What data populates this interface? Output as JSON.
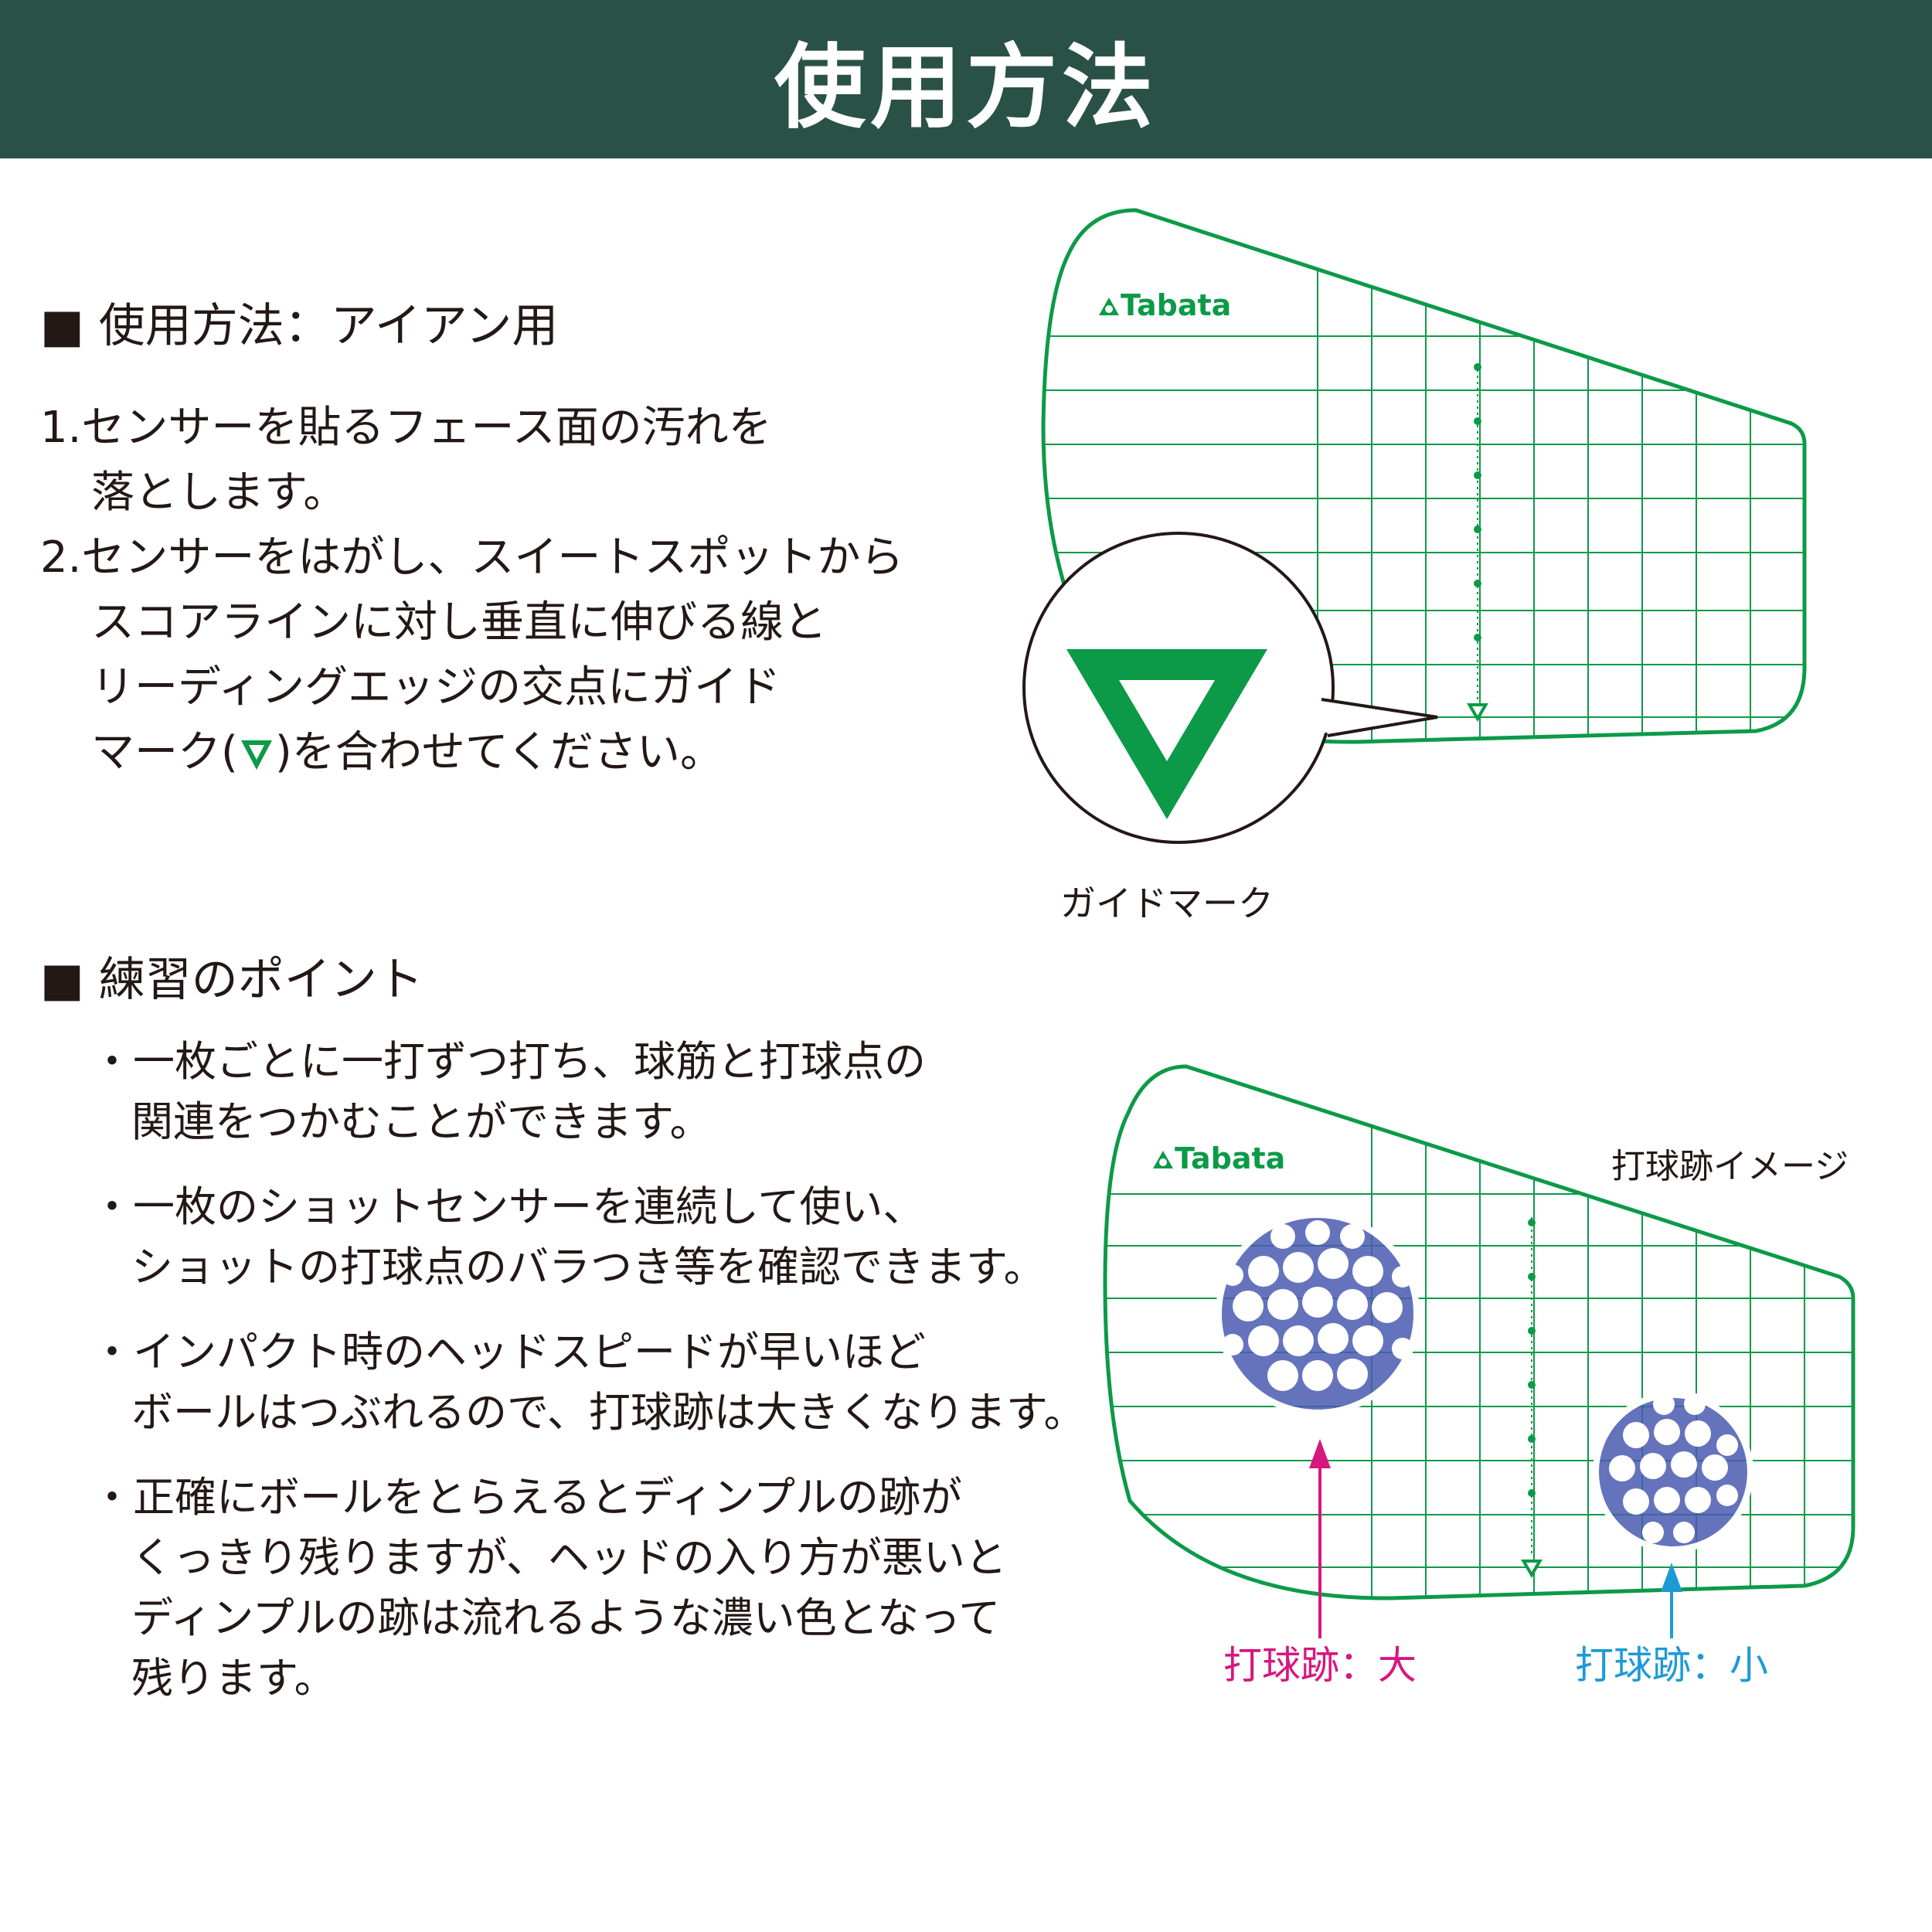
{
  "header": {
    "title": "使用方法"
  },
  "section1": {
    "heading_square": "■",
    "heading": "使用方法：アイアン用",
    "steps": [
      {
        "lines": [
          "1.センサーを貼るフェース面の汚れを",
          "落とします。"
        ]
      },
      {
        "lines": [
          "2.センサーをはがし、スイートスポットから",
          "スコアラインに対し垂直に伸びる線と",
          "リーディングエッジの交点にガイド"
        ],
        "last_before": "マーク(",
        "last_after": ")を合わせてください。"
      }
    ]
  },
  "figure1": {
    "logo": "Tabata",
    "callout_label": "ガイドマーク"
  },
  "section2": {
    "heading_square": "■",
    "heading": "練習のポイント",
    "tips": [
      {
        "lines": [
          "・一枚ごとに一打ずつ打ち、球筋と打球点の",
          "関連をつかむことができます。"
        ]
      },
      {
        "lines": [
          "・一枚のショットセンサーを連続して使い、",
          "ショットの打球点のバラつき等を確認できます。"
        ]
      },
      {
        "lines": [
          "・インパクト時のヘッドスピードが早いほど",
          "ボールはつぶれるので、打球跡は大きくなります。"
        ]
      },
      {
        "lines": [
          "・正確にボールをとらえるとディンプルの跡が",
          "くっきり残りますが、ヘッドの入り方が悪いと",
          "ディンプルの跡は流れるような濃い色となって",
          "残ります。"
        ]
      }
    ]
  },
  "figure2": {
    "logo": "Tabata",
    "image_label": "打球跡イメージ",
    "label_large": "打球跡：大",
    "label_small": "打球跡：小"
  },
  "colors": {
    "header_bg": "#2a5146",
    "guide_green": "#0c9a48",
    "label_large": "#d6177e",
    "label_small": "#1d9ad6",
    "impact_mark": "#4a5bb0"
  }
}
